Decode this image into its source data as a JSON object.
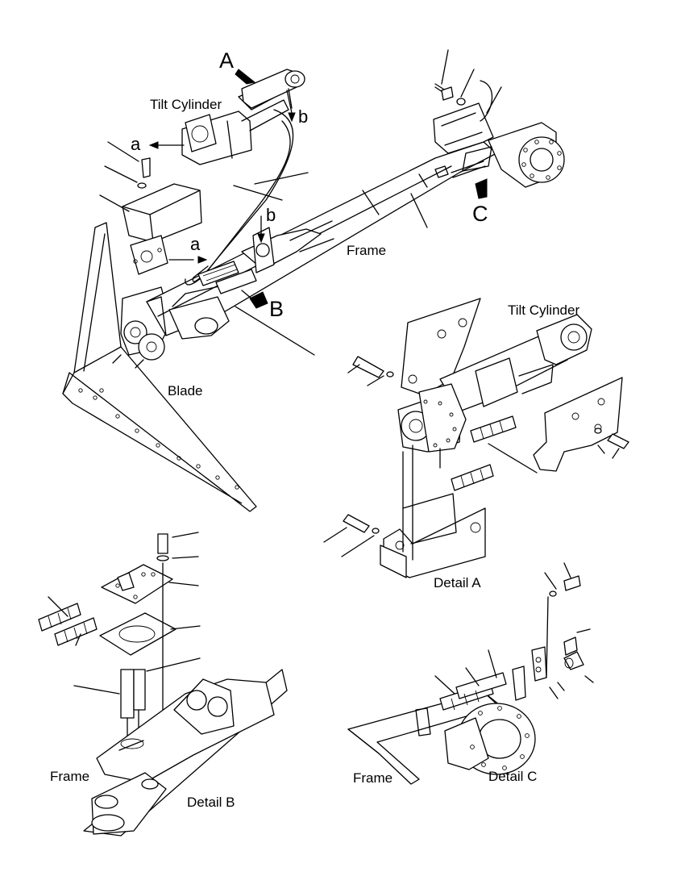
{
  "labels": {
    "tilt_cylinder_top": "Tilt Cylinder",
    "tilt_cylinder_detail": "Tilt Cylinder",
    "arrow_a": "A",
    "arrow_b": "B",
    "arrow_c": "C",
    "ref_a_1": "a",
    "ref_a_2": "a",
    "ref_b_1": "b",
    "ref_b_2": "b",
    "frame_main": "Frame",
    "blade": "Blade",
    "detail_a": "Detail A",
    "detail_b": "Detail B",
    "detail_c": "Detail C",
    "frame_detail_b": "Frame",
    "frame_detail_c": "Frame"
  }
}
